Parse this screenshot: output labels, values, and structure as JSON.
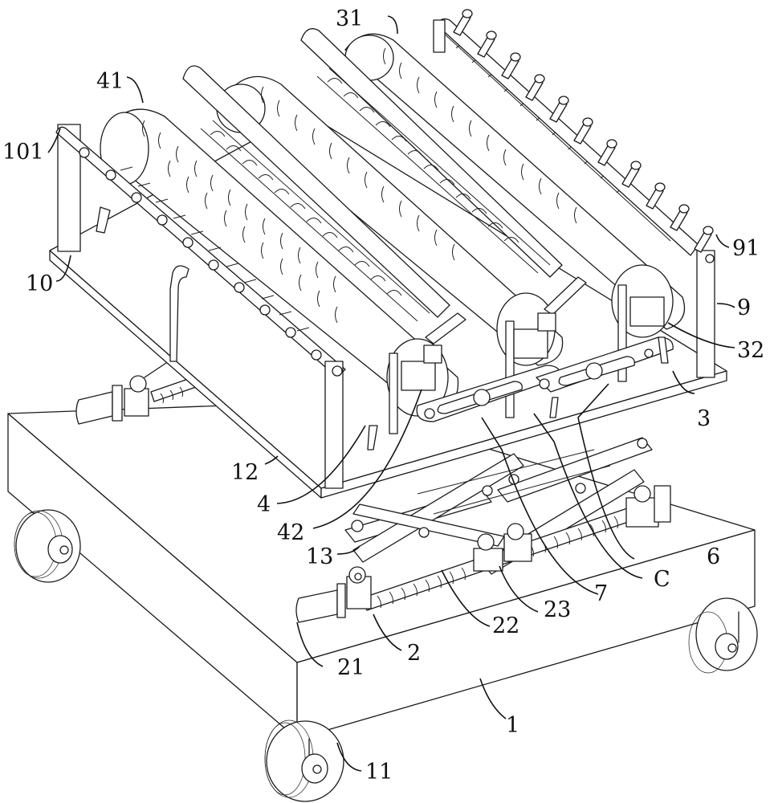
{
  "figure": {
    "type": "patent-style isometric line drawing",
    "subject": "mobile cart with scissor-lift platform carrying a row of spiked/bristled rollers",
    "line_color": "#1a1a1a",
    "background": "#ffffff"
  },
  "labels": [
    {
      "id": "31",
      "text": "31"
    },
    {
      "id": "41",
      "text": "41"
    },
    {
      "id": "101",
      "text": "101"
    },
    {
      "id": "10",
      "text": "10"
    },
    {
      "id": "91",
      "text": "91"
    },
    {
      "id": "9",
      "text": "9"
    },
    {
      "id": "32",
      "text": "32"
    },
    {
      "id": "3",
      "text": "3"
    },
    {
      "id": "12",
      "text": "12"
    },
    {
      "id": "4",
      "text": "4"
    },
    {
      "id": "42",
      "text": "42"
    },
    {
      "id": "13",
      "text": "13"
    },
    {
      "id": "6",
      "text": "6"
    },
    {
      "id": "C",
      "text": "C"
    },
    {
      "id": "7",
      "text": "7"
    },
    {
      "id": "23",
      "text": "23"
    },
    {
      "id": "22",
      "text": "22"
    },
    {
      "id": "2",
      "text": "2"
    },
    {
      "id": "21",
      "text": "21"
    },
    {
      "id": "1",
      "text": "1"
    },
    {
      "id": "11",
      "text": "11"
    }
  ]
}
